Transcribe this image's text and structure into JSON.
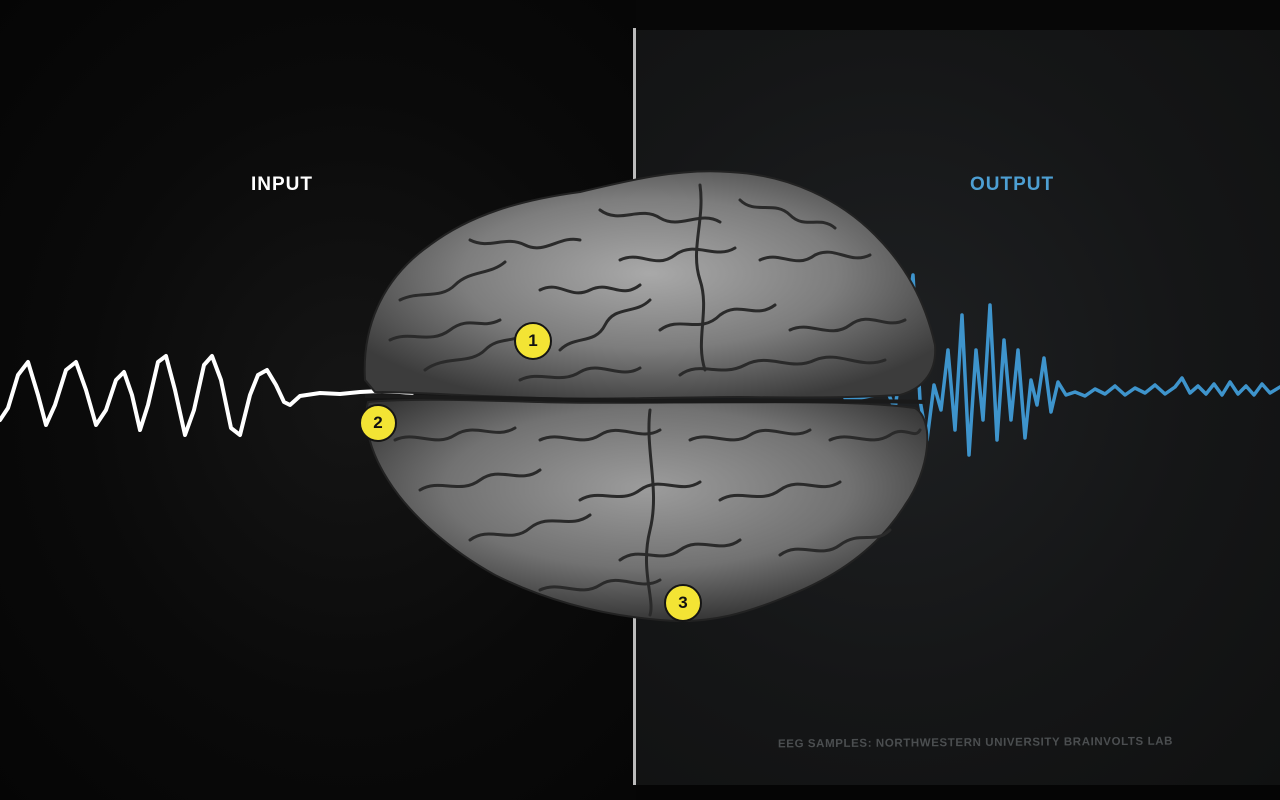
{
  "labels": {
    "input": "INPUT",
    "output": "OUTPUT"
  },
  "markers": [
    "1",
    "2",
    "3"
  ],
  "credit": "EEG SAMPLES: NORTHWESTERN UNIVERSITY BRAINVOLTS LAB",
  "colors": {
    "input_wave": "#ffffff",
    "output_wave": "#3e94cc",
    "marker_fill": "#f3e434",
    "divider": "#bcbcbc"
  },
  "icons": [
    "brain-illustration"
  ]
}
